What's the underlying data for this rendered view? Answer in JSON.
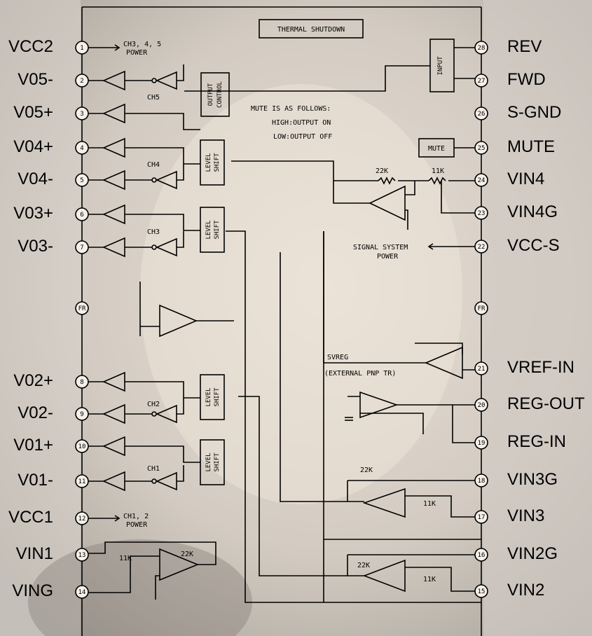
{
  "left_pins": [
    {
      "num": "1",
      "label": "VCC2"
    },
    {
      "num": "2",
      "label": "V05-"
    },
    {
      "num": "3",
      "label": "V05+"
    },
    {
      "num": "4",
      "label": "V04+"
    },
    {
      "num": "5",
      "label": "V04-"
    },
    {
      "num": "6",
      "label": "V03+"
    },
    {
      "num": "7",
      "label": "V03-"
    },
    {
      "num": "FR",
      "label": ""
    },
    {
      "num": "8",
      "label": "V02+"
    },
    {
      "num": "9",
      "label": "V02-"
    },
    {
      "num": "10",
      "label": "V01+"
    },
    {
      "num": "11",
      "label": "V01-"
    },
    {
      "num": "12",
      "label": "VCC1"
    },
    {
      "num": "13",
      "label": "VIN1"
    },
    {
      "num": "14",
      "label": "VING"
    }
  ],
  "right_pins": [
    {
      "num": "28",
      "label": "REV"
    },
    {
      "num": "27",
      "label": "FWD"
    },
    {
      "num": "26",
      "label": "S-GND"
    },
    {
      "num": "25",
      "label": "MUTE"
    },
    {
      "num": "24",
      "label": "VIN4"
    },
    {
      "num": "23",
      "label": "VIN4G"
    },
    {
      "num": "22",
      "label": "VCC-S"
    },
    {
      "num": "FR",
      "label": ""
    },
    {
      "num": "21",
      "label": "VREF-IN"
    },
    {
      "num": "20",
      "label": "REG-OUT"
    },
    {
      "num": "19",
      "label": "REG-IN"
    },
    {
      "num": "18",
      "label": "VIN3G"
    },
    {
      "num": "17",
      "label": "VIN3"
    },
    {
      "num": "16",
      "label": "VIN2G"
    },
    {
      "num": "15",
      "label": "VIN2"
    }
  ],
  "blocks": {
    "thermal": "THERMAL SHUTDOWN",
    "input": "INPUT",
    "output_control_1": "OUTPUT",
    "output_control_2": "CONTROL",
    "level_shift_1": "LEVEL",
    "level_shift_2": "SHIFT",
    "mute_block": "MUTE"
  },
  "notes": {
    "ch345_power_1": "CH3, 4, 5",
    "ch345_power_2": "POWER",
    "ch12_power_1": "CH1, 2",
    "ch12_power_2": "POWER",
    "mute_note_1": "MUTE IS AS FOLLOWS:",
    "mute_note_2": "HIGH:OUTPUT ON",
    "mute_note_3": "LOW:OUTPUT OFF",
    "signal_power_1": "SIGNAL SYSTEM",
    "signal_power_2": "POWER",
    "svreg": "SVREG",
    "external_pnp": "(EXTERNAL PNP TR)"
  },
  "channels": {
    "ch5": "CH5",
    "ch4": "CH4",
    "ch3": "CH3",
    "ch2": "CH2",
    "ch1": "CH1"
  },
  "resistors": {
    "r22k": "22K",
    "r11k": "11K"
  }
}
